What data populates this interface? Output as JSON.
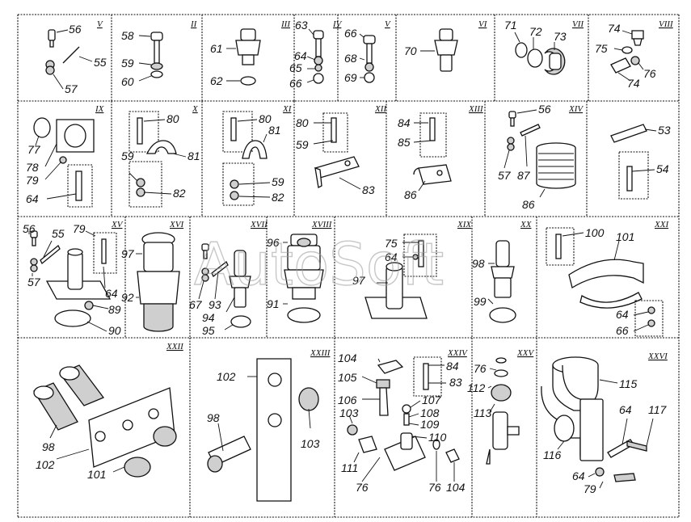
{
  "watermark": "AutoSoft",
  "panels": [
    {
      "id": "V-a",
      "label": "V",
      "callouts": [
        "56",
        "55",
        "57"
      ]
    },
    {
      "id": "II",
      "label": "II",
      "callouts": [
        "58",
        "59",
        "60"
      ]
    },
    {
      "id": "III",
      "label": "III",
      "callouts": [
        "61",
        "62"
      ]
    },
    {
      "id": "IV",
      "label": "IV",
      "callouts": [
        "63",
        "64",
        "65",
        "66"
      ]
    },
    {
      "id": "V-b",
      "label": "V",
      "callouts": [
        "66",
        "68",
        "69"
      ]
    },
    {
      "id": "VI",
      "label": "VI",
      "callouts": [
        "70"
      ]
    },
    {
      "id": "VII",
      "label": "VII",
      "callouts": [
        "71",
        "72",
        "73"
      ]
    },
    {
      "id": "VIII",
      "label": "VIII",
      "callouts": [
        "74",
        "75",
        "76",
        "74"
      ]
    },
    {
      "id": "IX",
      "label": "IX",
      "callouts": [
        "77",
        "78",
        "79",
        "64"
      ]
    },
    {
      "id": "X",
      "label": "X",
      "callouts": [
        "80",
        "81",
        "59",
        "82"
      ]
    },
    {
      "id": "XI",
      "label": "XI",
      "callouts": [
        "80",
        "81",
        "59",
        "82"
      ]
    },
    {
      "id": "XII",
      "label": "XII",
      "callouts": [
        "80",
        "59",
        "83"
      ]
    },
    {
      "id": "XIII",
      "label": "XIII",
      "callouts": [
        "84",
        "85",
        "86"
      ]
    },
    {
      "id": "XIV",
      "label": "XIV",
      "callouts": [
        "56",
        "57",
        "87",
        "86"
      ]
    },
    {
      "id": "XIV-b",
      "label": "",
      "callouts": [
        "53",
        "54"
      ]
    },
    {
      "id": "XV",
      "label": "XV",
      "callouts": [
        "56",
        "55",
        "79",
        "64",
        "57",
        "89",
        "90"
      ]
    },
    {
      "id": "XVI",
      "label": "XVI",
      "callouts": [
        "97",
        "92"
      ]
    },
    {
      "id": "XVII",
      "label": "XVII",
      "callouts": [
        "67",
        "93",
        "94",
        "95"
      ]
    },
    {
      "id": "XVIII",
      "label": "XVIII",
      "callouts": [
        "96",
        "91"
      ]
    },
    {
      "id": "XIX",
      "label": "XIX",
      "callouts": [
        "75",
        "64",
        "97"
      ]
    },
    {
      "id": "XX",
      "label": "XX",
      "callouts": [
        "98",
        "99"
      ]
    },
    {
      "id": "XXI",
      "label": "XXI",
      "callouts": [
        "100",
        "101",
        "64",
        "66"
      ]
    },
    {
      "id": "XXII",
      "label": "XXII",
      "callouts": [
        "98",
        "102",
        "101"
      ]
    },
    {
      "id": "XXIII",
      "label": "XXIII",
      "callouts": [
        "102",
        "98",
        "103"
      ]
    },
    {
      "id": "XXIV",
      "label": "XXIV",
      "callouts": [
        "104",
        "84",
        "105",
        "83",
        "106",
        "107",
        "103",
        "108",
        "109",
        "110",
        "111",
        "76",
        "76",
        "104"
      ]
    },
    {
      "id": "XXV",
      "label": "XXV",
      "callouts": [
        "76",
        "112",
        "113"
      ]
    },
    {
      "id": "XXVI",
      "label": "XXVI",
      "callouts": [
        "115",
        "116",
        "64",
        "117",
        "64",
        "79"
      ]
    }
  ]
}
